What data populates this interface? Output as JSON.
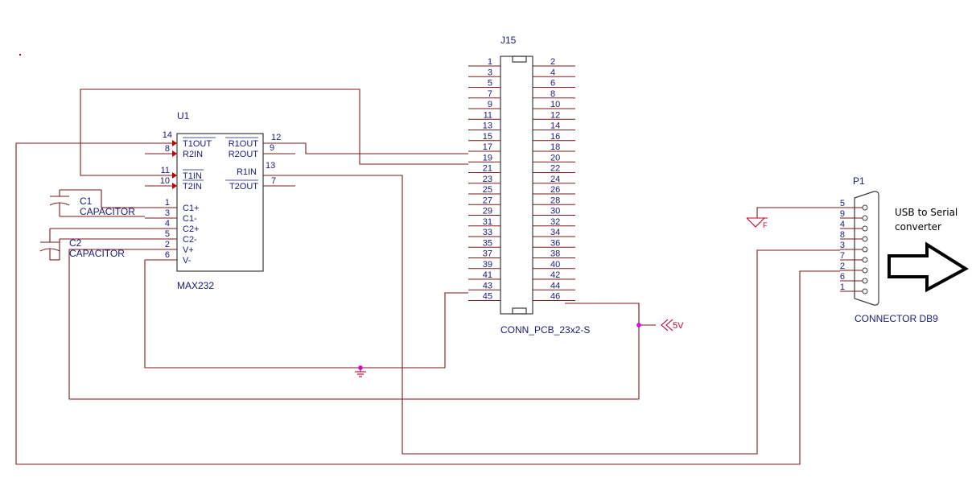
{
  "u1": {
    "ref": "U1",
    "value": "MAX232",
    "left_pins": [
      {
        "num": "14",
        "name": "T1OUT"
      },
      {
        "num": "8",
        "name": "R2IN"
      },
      {
        "num": "11",
        "name": "T1IN"
      },
      {
        "num": "10",
        "name": "T2IN"
      },
      {
        "num": "1",
        "name": "C1+"
      },
      {
        "num": "3",
        "name": "C1-"
      },
      {
        "num": "4",
        "name": "C2+"
      },
      {
        "num": "5",
        "name": "C2-"
      },
      {
        "num": "2",
        "name": "V+"
      },
      {
        "num": "6",
        "name": "V-"
      }
    ],
    "right_pins": [
      {
        "num": "12",
        "name": "R1OUT"
      },
      {
        "num": "9",
        "name": "R2OUT"
      },
      {
        "num": "13",
        "name": "R1IN"
      },
      {
        "num": "7",
        "name": "T2OUT"
      }
    ]
  },
  "c1": {
    "ref": "C1",
    "value": "CAPACITOR"
  },
  "c2": {
    "ref": "C2",
    "value": "CAPACITOR"
  },
  "j15": {
    "ref": "J15",
    "value": "CONN_PCB_23x2-S",
    "odd_pins": [
      "1",
      "3",
      "5",
      "7",
      "9",
      "11",
      "13",
      "15",
      "17",
      "19",
      "21",
      "23",
      "25",
      "27",
      "29",
      "31",
      "33",
      "35",
      "37",
      "39",
      "41",
      "43",
      "45"
    ],
    "even_pins": [
      "2",
      "4",
      "6",
      "8",
      "10",
      "12",
      "14",
      "16",
      "18",
      "20",
      "22",
      "24",
      "26",
      "28",
      "30",
      "32",
      "34",
      "36",
      "38",
      "40",
      "42",
      "44",
      "46"
    ]
  },
  "p1": {
    "ref": "P1",
    "value": "CONNECTOR DB9",
    "pins": [
      "5",
      "9",
      "4",
      "8",
      "3",
      "7",
      "2",
      "6",
      "1"
    ]
  },
  "power": {
    "vcc_label": "5V",
    "gnd_label": "F"
  },
  "note": {
    "line1": "USB to Serial",
    "line2": "converter"
  },
  "colors": {
    "wire": "#7a1a1a",
    "text": "#1a1a7a",
    "junction": "#e000e0",
    "power": "#c0002a"
  }
}
